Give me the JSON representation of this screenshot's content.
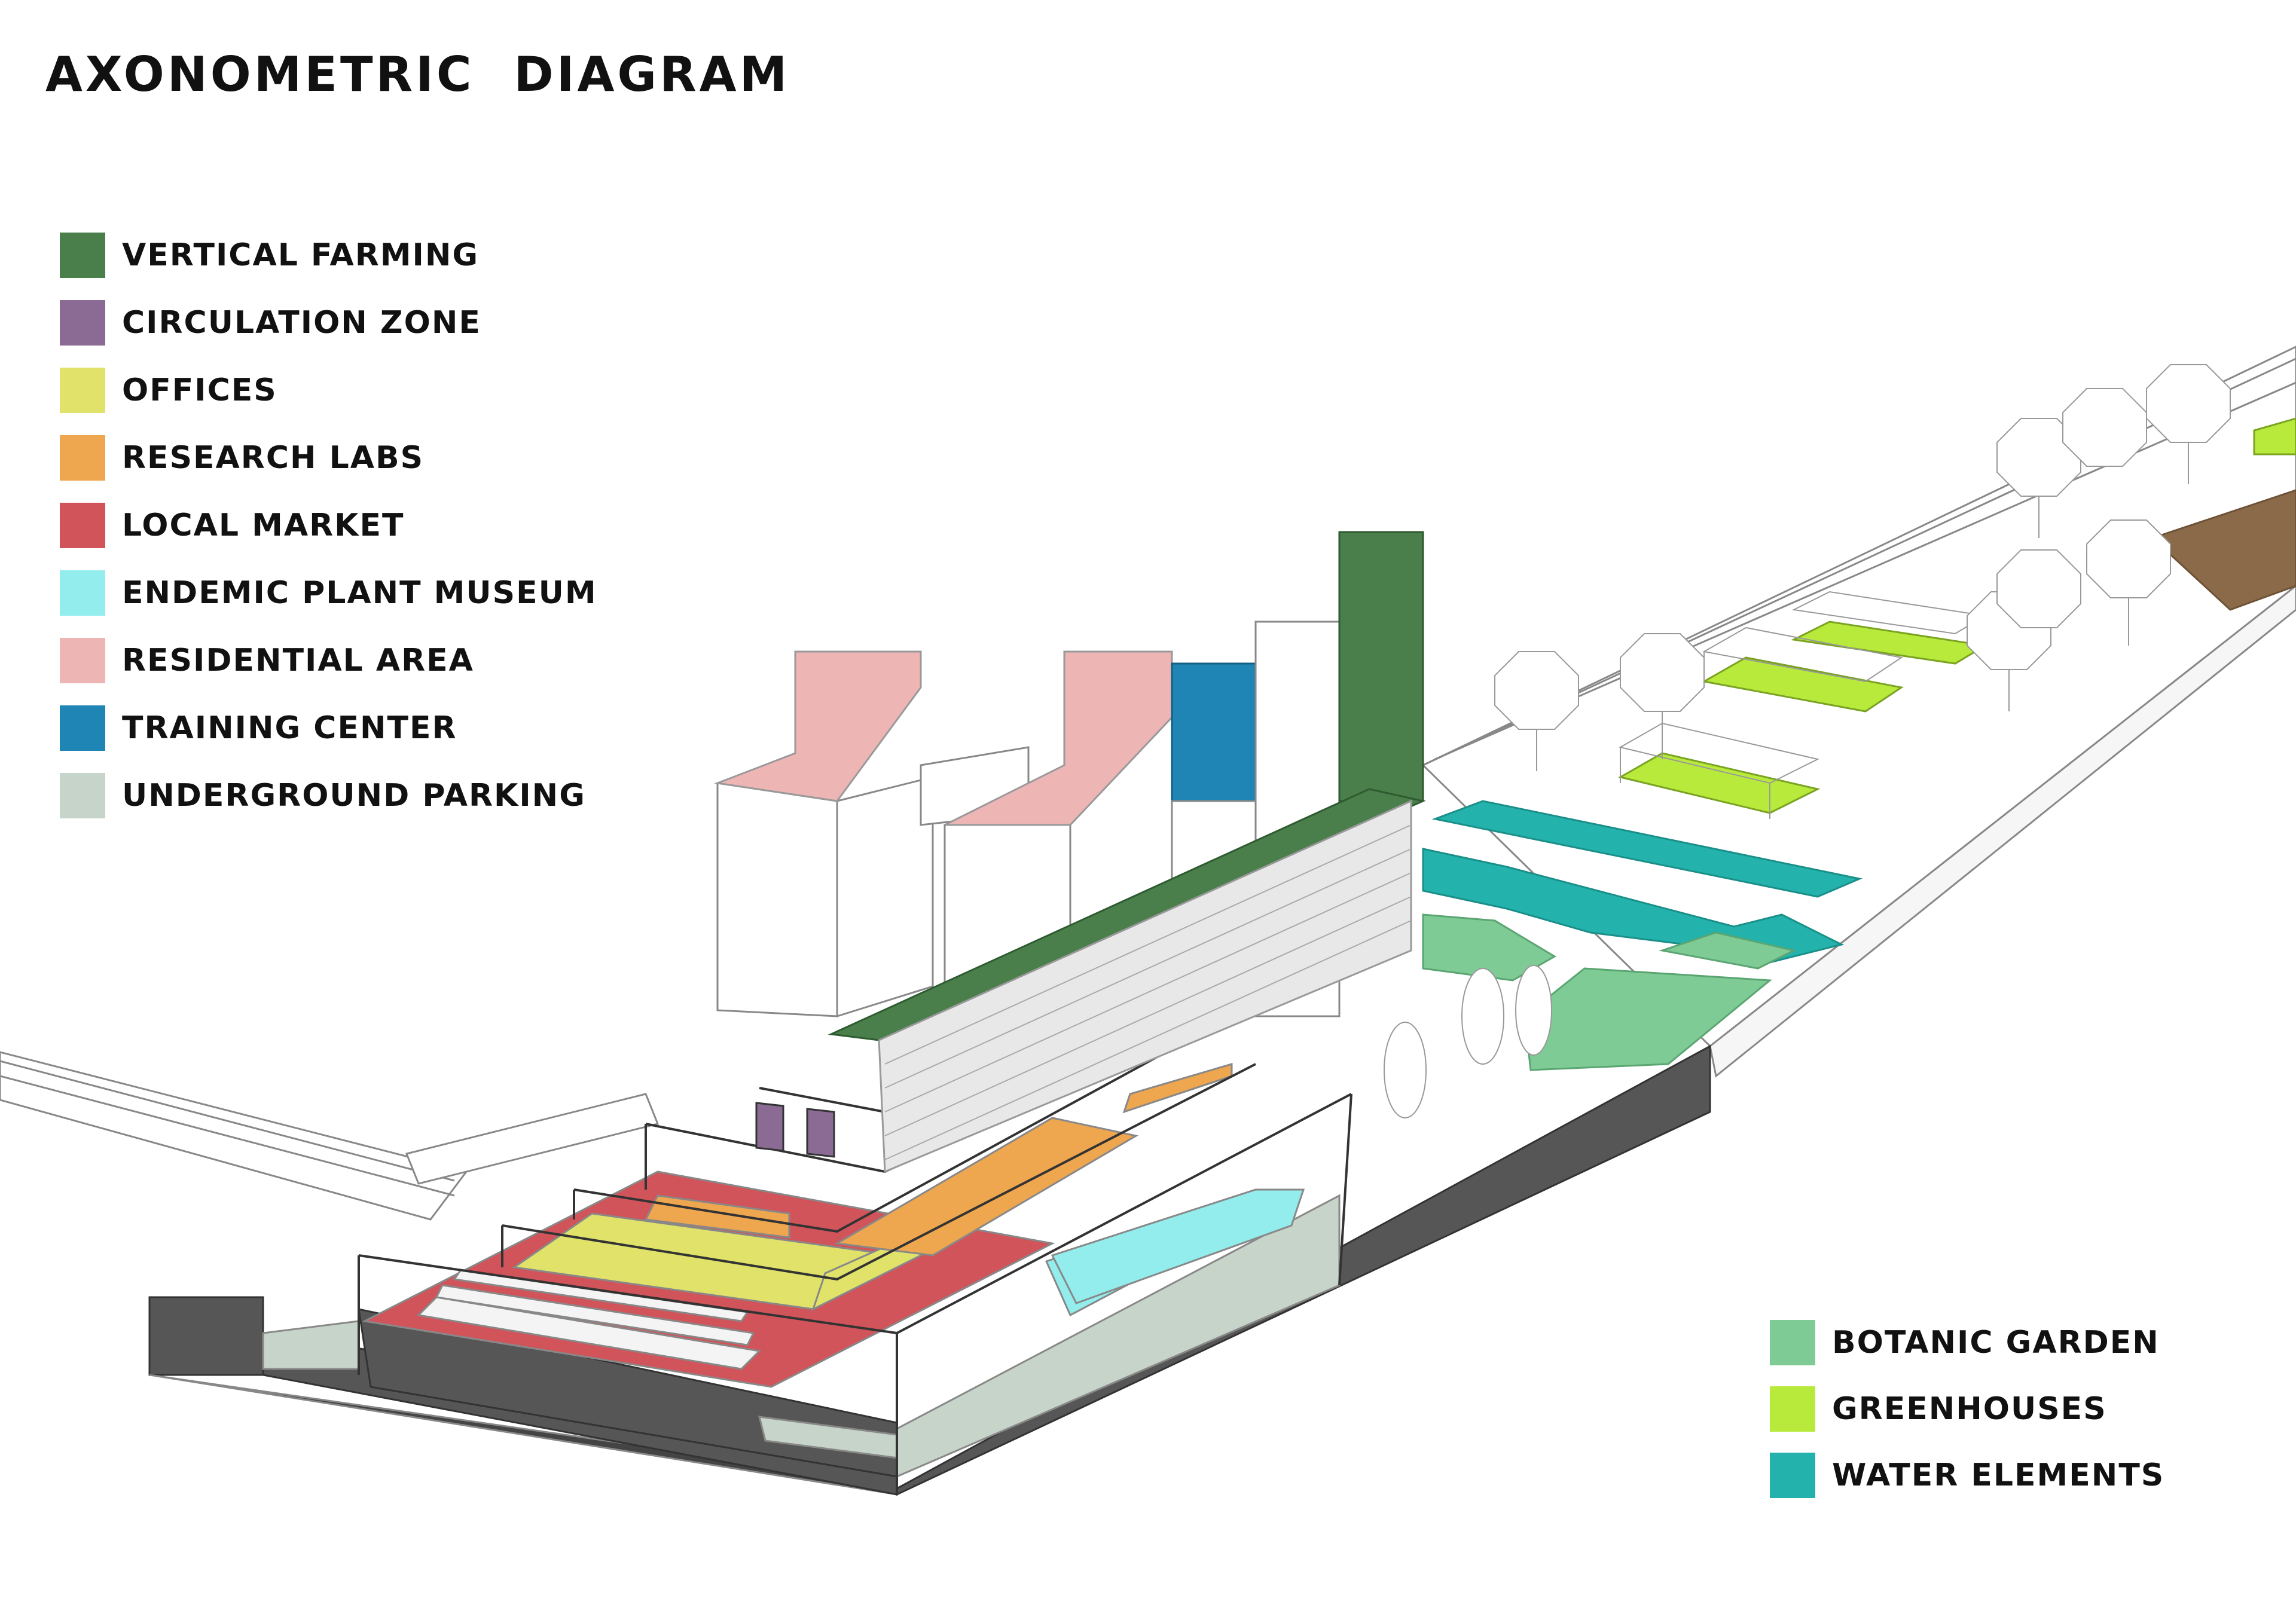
{
  "title": "AXONOMETRIC  DIAGRAM",
  "legend_main": [
    {
      "label": "VERTICAL FARMING",
      "color": "#4a7f4c"
    },
    {
      "label": "CIRCULATION ZONE",
      "color": "#8b6a94"
    },
    {
      "label": "OFFICES",
      "color": "#e0e26a"
    },
    {
      "label": "RESEARCH LABS",
      "color": "#eea64f"
    },
    {
      "label": "LOCAL MARKET",
      "color": "#d1545a"
    },
    {
      "label": "ENDEMIC PLANT MUSEUM",
      "color": "#93eded"
    },
    {
      "label": "RESIDENTIAL AREA",
      "color": "#eeb5b5"
    },
    {
      "label": "TRAINING CENTER",
      "color": "#1f85b5"
    },
    {
      "label": "UNDERGROUND PARKING",
      "color": "#c7d4c9"
    }
  ],
  "legend_site": [
    {
      "label": "BOTANIC GARDEN",
      "color": "#7fcb95"
    },
    {
      "label": "GREENHOUSES",
      "color": "#b8ea3c"
    },
    {
      "label": "WATER ELEMENTS",
      "color": "#23b3ac"
    }
  ],
  "colors": {
    "ground_dark": "#565656",
    "soil": "#8a6a48",
    "line": "#888888"
  }
}
